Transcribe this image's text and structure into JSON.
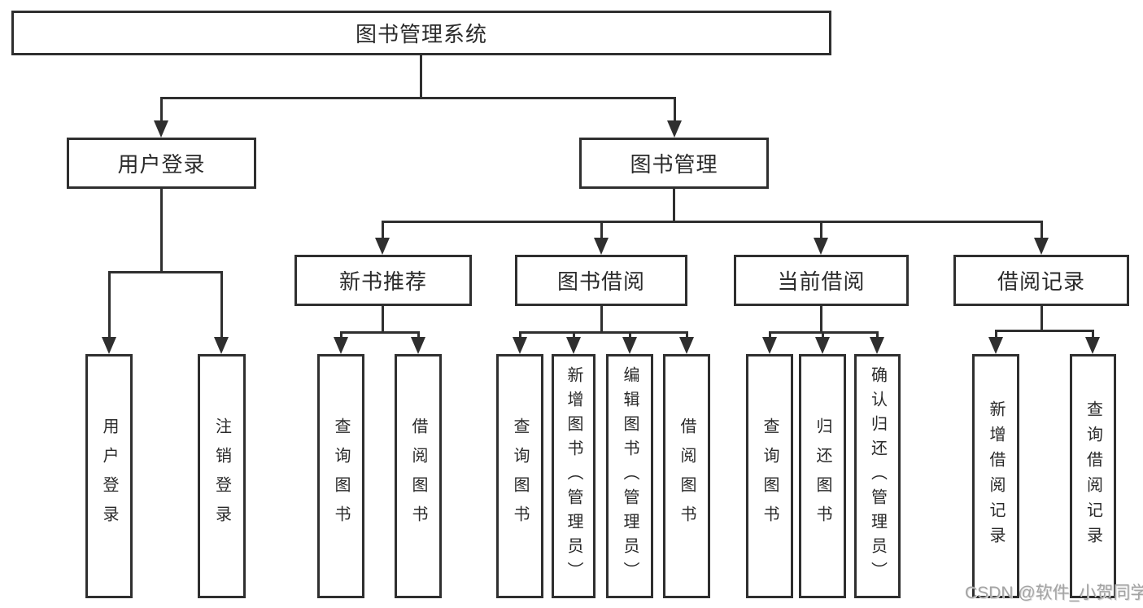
{
  "tree": {
    "label": "图书管理系统",
    "children": [
      {
        "label": "用户登录",
        "children": [
          {
            "label": "用户登录"
          },
          {
            "label": "注销登录"
          }
        ]
      },
      {
        "label": "图书管理",
        "children": [
          {
            "label": "新书推荐",
            "children": [
              {
                "label": "查询图书"
              },
              {
                "label": "借阅图书"
              }
            ]
          },
          {
            "label": "图书借阅",
            "children": [
              {
                "label": "查询图书"
              },
              {
                "label": "新增图书（管理员）"
              },
              {
                "label": "编辑图书（管理员）"
              },
              {
                "label": "借阅图书"
              }
            ]
          },
          {
            "label": "当前借阅",
            "children": [
              {
                "label": "查询图书"
              },
              {
                "label": "归还图书"
              },
              {
                "label": "确认归还（管理员）"
              }
            ]
          },
          {
            "label": "借阅记录",
            "children": [
              {
                "label": "新增借阅记录"
              },
              {
                "label": "查询借阅记录"
              }
            ]
          }
        ]
      }
    ]
  },
  "watermark": {
    "text": "CSDN @软件_小贺同学"
  },
  "colors": {
    "line": "#2f2f2f",
    "box_border": "#2f2f2f",
    "text": "#2a2a2a",
    "watermark": "#a3a3a3",
    "background": "#ffffff"
  }
}
